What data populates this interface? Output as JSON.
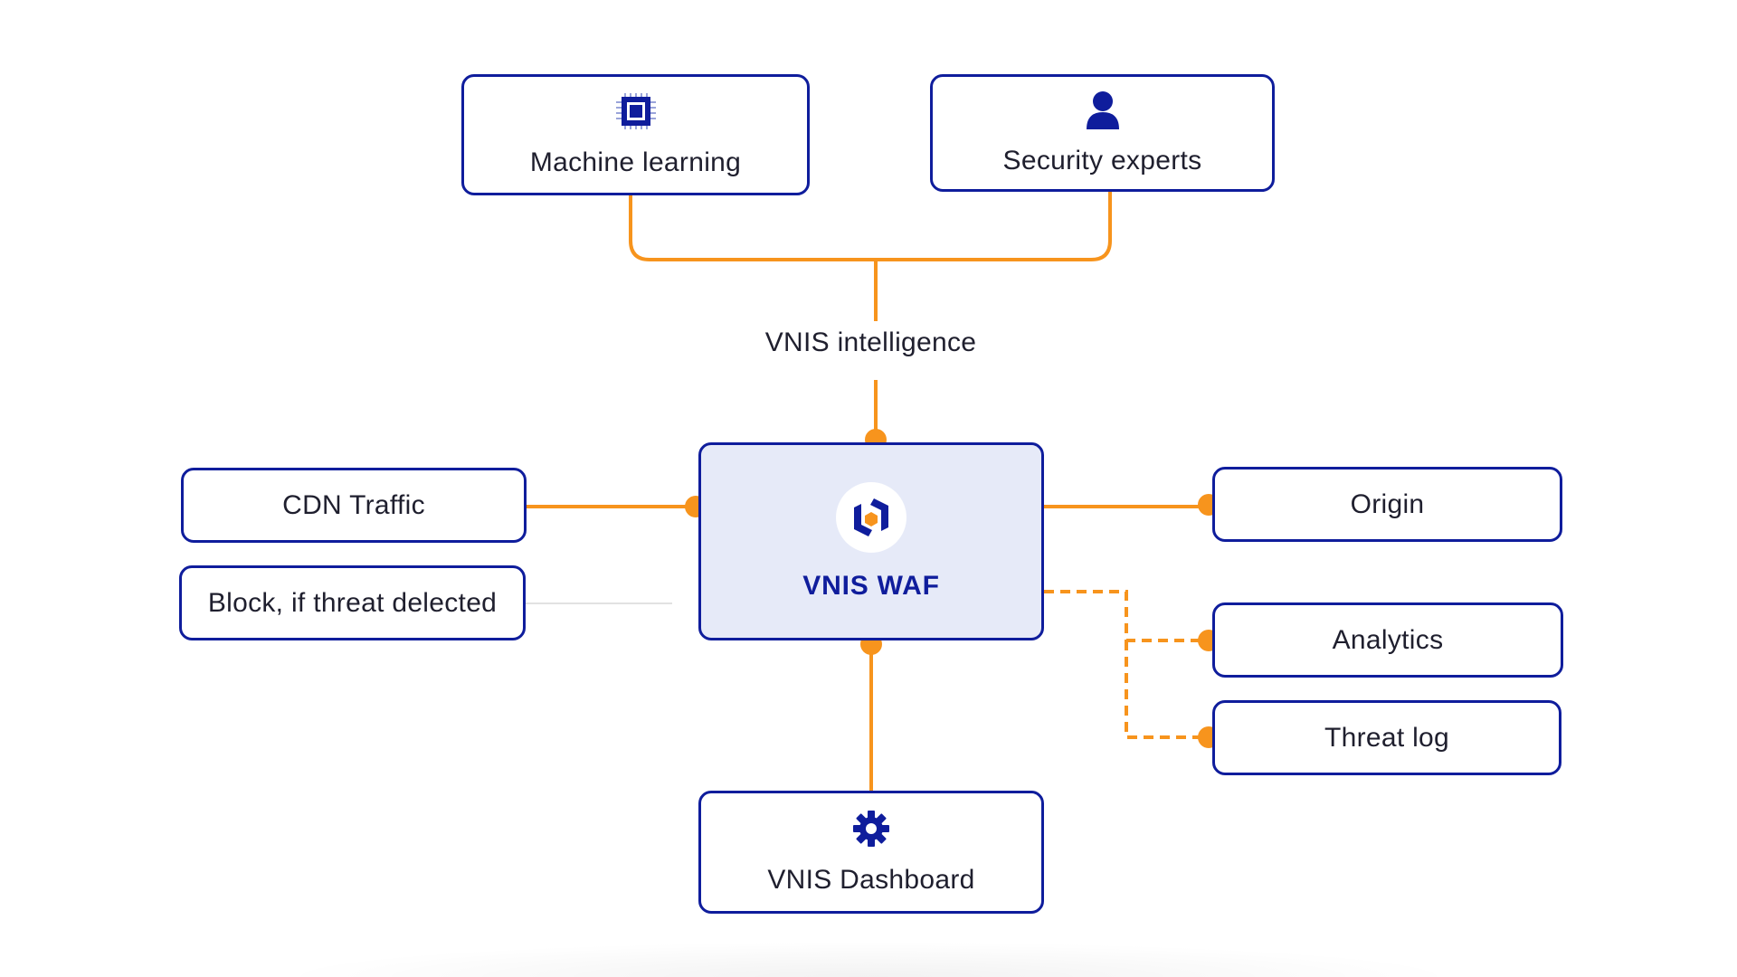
{
  "diagram": {
    "nodes": {
      "machine_learning": {
        "label": "Machine learning",
        "icon": "chip-icon"
      },
      "security_experts": {
        "label": "Security experts",
        "icon": "user-icon"
      },
      "intelligence": {
        "label": "VNIS intelligence"
      },
      "cdn_traffic": {
        "label": "CDN Traffic"
      },
      "block": {
        "label": "Block, if threat delected"
      },
      "waf": {
        "label": "VNIS WAF",
        "icon": "vnis-logo-icon"
      },
      "origin": {
        "label": "Origin"
      },
      "analytics": {
        "label": "Analytics"
      },
      "threat_log": {
        "label": "Threat log"
      },
      "dashboard": {
        "label": "VNIS Dashboard",
        "icon": "gear-icon"
      }
    },
    "connections": [
      {
        "from": "Machine learning",
        "to": "VNIS intelligence",
        "style": "solid"
      },
      {
        "from": "Security experts",
        "to": "VNIS intelligence",
        "style": "solid"
      },
      {
        "from": "VNIS intelligence",
        "to": "VNIS WAF",
        "style": "solid"
      },
      {
        "from": "CDN Traffic",
        "to": "VNIS WAF",
        "style": "solid"
      },
      {
        "from": "VNIS WAF",
        "to": "Origin",
        "style": "solid"
      },
      {
        "from": "VNIS WAF",
        "to": "Analytics",
        "style": "dashed"
      },
      {
        "from": "VNIS WAF",
        "to": "Threat log",
        "style": "dashed"
      },
      {
        "from": "VNIS WAF",
        "to": "VNIS Dashboard",
        "style": "solid"
      },
      {
        "from": "Block, if threat delected",
        "to": "VNIS WAF",
        "style": "thin-gray"
      }
    ]
  },
  "colors": {
    "node_border": "#0f1d9c",
    "connector": "#f7941d",
    "waf_fill": "#e6eaf8",
    "text": "#1f1f2e",
    "block_line": "#d9d9d9"
  }
}
